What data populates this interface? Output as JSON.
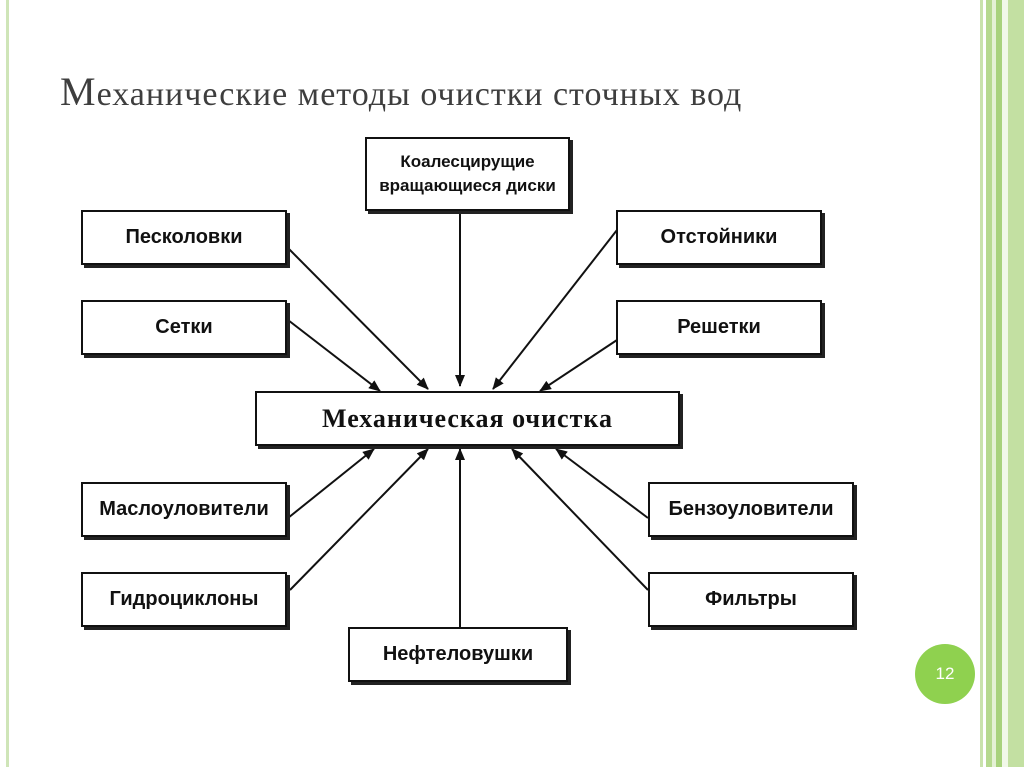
{
  "slide": {
    "title_first": "М",
    "title_rest": "еханические методы очистки сточных вод",
    "page_number": "12"
  },
  "diagram": {
    "center": "Механическая очистка",
    "nodes": {
      "coalescing": "Коалесцирущие вращающиеся диски",
      "sand_traps": "Песколовки",
      "settlers": "Отстойники",
      "nets": "Сетки",
      "grates": "Решетки",
      "oil_traps": "Маслоуловители",
      "gasoline_traps": "Бензоуловители",
      "hydrocyclones": "Гидроциклоны",
      "filters": "Фильтры",
      "petroleum_traps": "Нефтеловушки"
    }
  },
  "colors": {
    "accent_green": "#8fd14f",
    "frame_green": "#b6d98f",
    "title_gray": "#3e3e3e"
  }
}
